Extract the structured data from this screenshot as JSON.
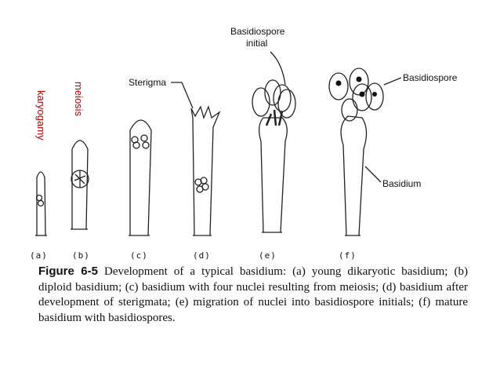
{
  "figure": {
    "annotations": {
      "karyogamy": "karyogamy",
      "meiosis": "meiosis",
      "basidiospore_initial_line1": "Basidiospore",
      "basidiospore_initial_line2": "initial",
      "sterigma": "Sterigma",
      "basidiospore": "Basidiospore",
      "basidium": "Basidium"
    },
    "panels": [
      {
        "label": "(a)"
      },
      {
        "label": "(b)"
      },
      {
        "label": "(c)"
      },
      {
        "label": "(d)"
      },
      {
        "label": "(e)"
      },
      {
        "label": "(f)"
      }
    ]
  },
  "caption": {
    "number": "Figure 6-5",
    "text": "Development of a typical basidium: (a) young dikaryotic basidium; (b) diploid basidium; (c) basidium with four nuclei resulting from meiosis; (d) basidium after development of sterigmata; (e) migration of nuclei into basidiospore initials; (f) mature basidium with basidiospores."
  }
}
